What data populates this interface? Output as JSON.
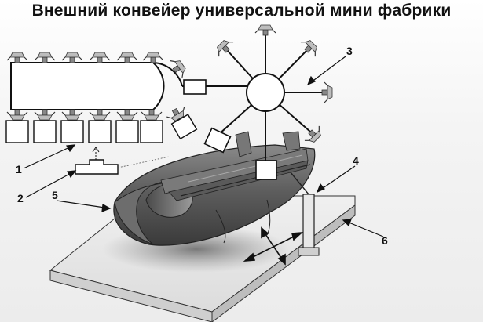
{
  "title": "Внешний конвейер универсальной мини фабрики",
  "callouts": [
    "1",
    "2",
    "3",
    "4",
    "5",
    "6"
  ],
  "icons": [
    "gripper-icon",
    "container-box-icon",
    "hub-icon",
    "arrow-cross-icon"
  ]
}
